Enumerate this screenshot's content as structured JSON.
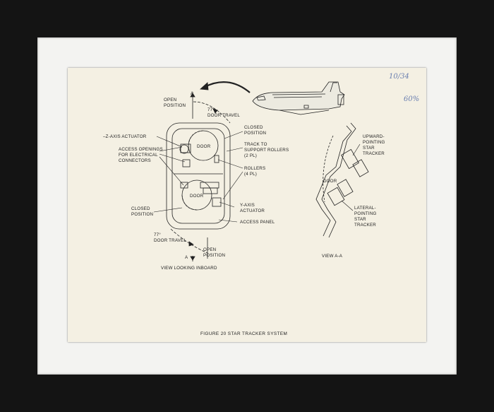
{
  "figure": {
    "caption": "FIGURE 20   STAR TRACKER SYSTEM",
    "annotation_1": "10/34",
    "annotation_2": "60%"
  },
  "inboard_view": {
    "title": "VIEW LOOKING INBOARD",
    "section_mark_top": "A",
    "section_mark_bottom": "A",
    "open_position_top": [
      "OPEN",
      "POSITION"
    ],
    "door_travel_top": [
      "77°",
      "DOOR TRAVEL"
    ],
    "closed_position_right": [
      "CLOSED",
      "POSITION"
    ],
    "z_axis_actuator": "–Z-AXIS ACTUATOR",
    "door_top": "DOOR",
    "track_to_support": [
      "TRACK TO",
      "SUPPORT ROLLERS",
      "(2 PL)"
    ],
    "access_openings": [
      "ACCESS OPENINGS",
      "FOR ELECTRICAL",
      "CONNECTORS"
    ],
    "rollers": [
      "ROLLERS",
      "(4 PL)"
    ],
    "closed_position_left": [
      "CLOSED",
      "POSITION"
    ],
    "y_axis_actuator": [
      "Y-AXIS",
      "ACTUATOR"
    ],
    "door_bottom": "DOOR",
    "access_panel": "ACCESS PANEL",
    "door_travel_bottom": [
      "77°",
      "DOOR TRAVEL"
    ],
    "open_position_bottom": [
      "OPEN",
      "POSITION"
    ]
  },
  "section_view": {
    "title": "VIEW A-A",
    "door": "DOOR",
    "upward_tracker": [
      "UPWARD-",
      "POINTING",
      "STAR",
      "TRACKER"
    ],
    "lateral_tracker": [
      "LATERAL-",
      "POINTING",
      "STAR",
      "TRACKER"
    ]
  }
}
